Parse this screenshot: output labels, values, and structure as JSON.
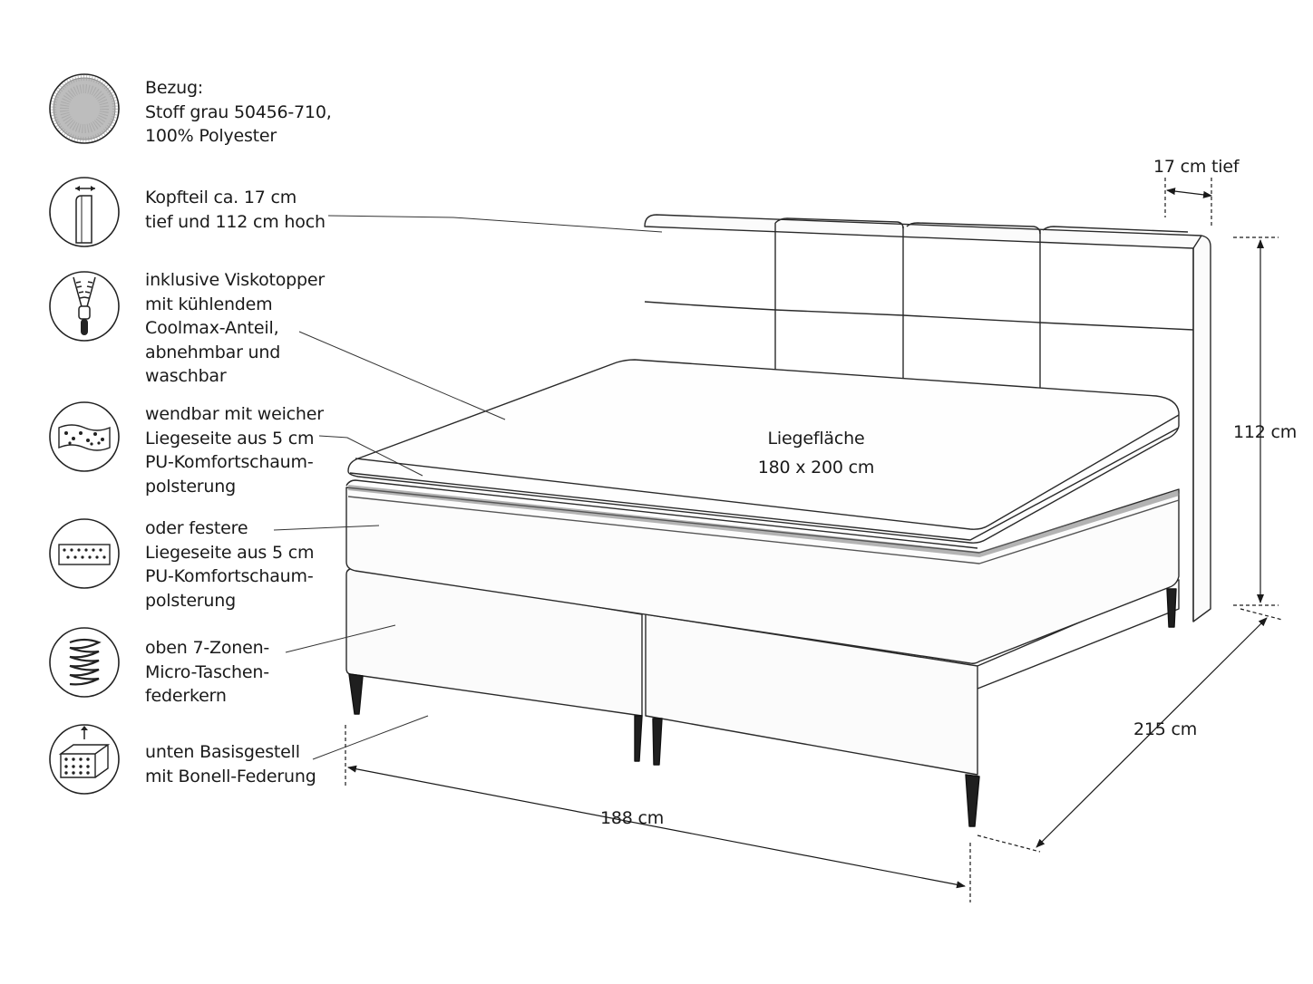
{
  "features": [
    {
      "icon": "fabric-texture-icon",
      "text": "Bezug:\nStoff grau 50456-710,\n100% Polyester"
    },
    {
      "icon": "headboard-depth-icon",
      "text": "Kopfteil ca. 17 cm\ntief und 112 cm hoch"
    },
    {
      "icon": "zipper-icon",
      "text": "inklusive Viskotopper\nmit kühlendem\nCoolmax-Anteil,\nabnehmbar und\nwaschbar"
    },
    {
      "icon": "soft-foam-icon",
      "text": "wendbar mit weicher\nLiegeseite aus 5 cm\nPU-Komfortschaum-\npolsterung"
    },
    {
      "icon": "firm-foam-icon",
      "text": "oder festere\nLiegeseite aus 5 cm\nPU-Komfortschaum-\npolsterung"
    },
    {
      "icon": "pocket-spring-icon",
      "text": "oben 7-Zonen-\nMicro-Taschen-\nfederkern"
    },
    {
      "icon": "bonell-base-icon",
      "text": "unten Basisgestell\nmit Bonell-Federung"
    }
  ],
  "dimensions": {
    "headboard_depth": "17 cm tief",
    "height": "112 cm",
    "length": "215 cm",
    "width": "188 cm"
  },
  "sleeping_area": {
    "title": "Liegefläche",
    "size": "180 x 200 cm"
  }
}
